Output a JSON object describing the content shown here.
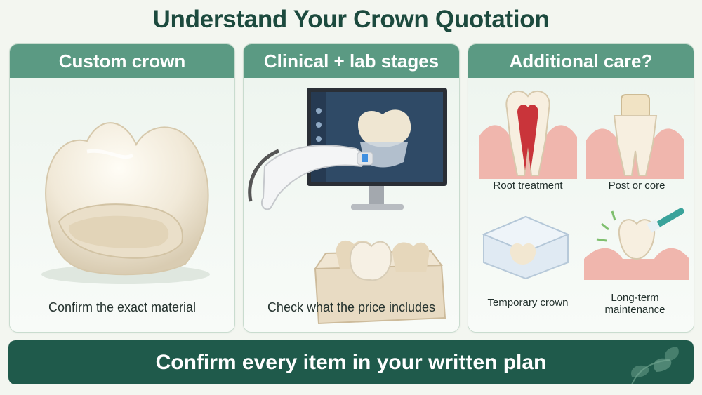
{
  "title": "Understand Your Crown Quotation",
  "panels": [
    {
      "heading": "Custom crown",
      "caption": "Confirm the exact material"
    },
    {
      "heading": "Clinical + lab stages",
      "caption": "Check what the price includes"
    },
    {
      "heading": "Additional care?",
      "items": [
        "Root treatment",
        "Post or core",
        "Temporary crown",
        "Long-term maintenance"
      ]
    }
  ],
  "banner": "Confirm every item in your written plan",
  "colors": {
    "header_green": "#5b9a83",
    "banner_green": "#1f5a4b",
    "title_green": "#1c4a3e"
  }
}
